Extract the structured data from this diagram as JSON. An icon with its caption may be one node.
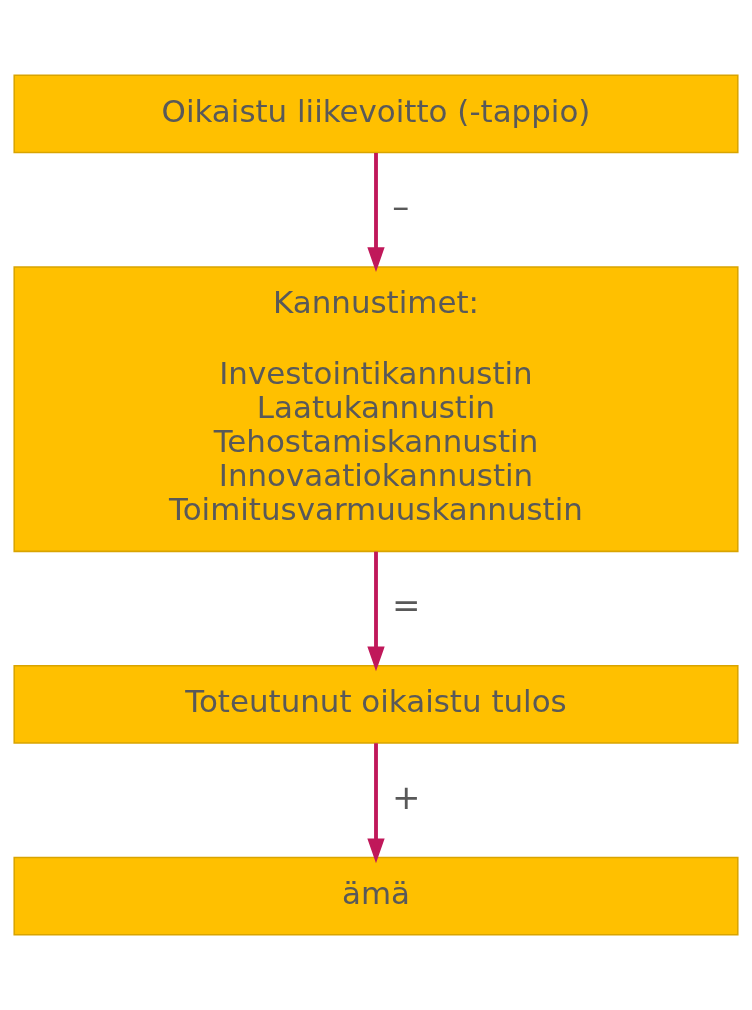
{
  "diagram": {
    "nodes": [
      {
        "text": [
          "Oikaistu liikevoitto (-tappio)"
        ]
      },
      {
        "text": [
          "Kannustimet:",
          "Investointikannustin Laatukannustin Tehostamiskannustin Innovaatiokannustin Toimitusvarmuuskannustin"
        ]
      },
      {
        "text": [
          "Toteutunut oikaistu tulos"
        ]
      },
      {
        "text": [
          "ämä"
        ]
      }
    ],
    "edges": [
      {
        "from": 0,
        "to": 1,
        "arrow": "to",
        "label": "–"
      },
      {
        "from": 1,
        "to": 2,
        "arrow": "to",
        "label": "="
      },
      {
        "from": 2,
        "to": 3,
        "arrow": "to",
        "label": "+"
      }
    ]
  }
}
